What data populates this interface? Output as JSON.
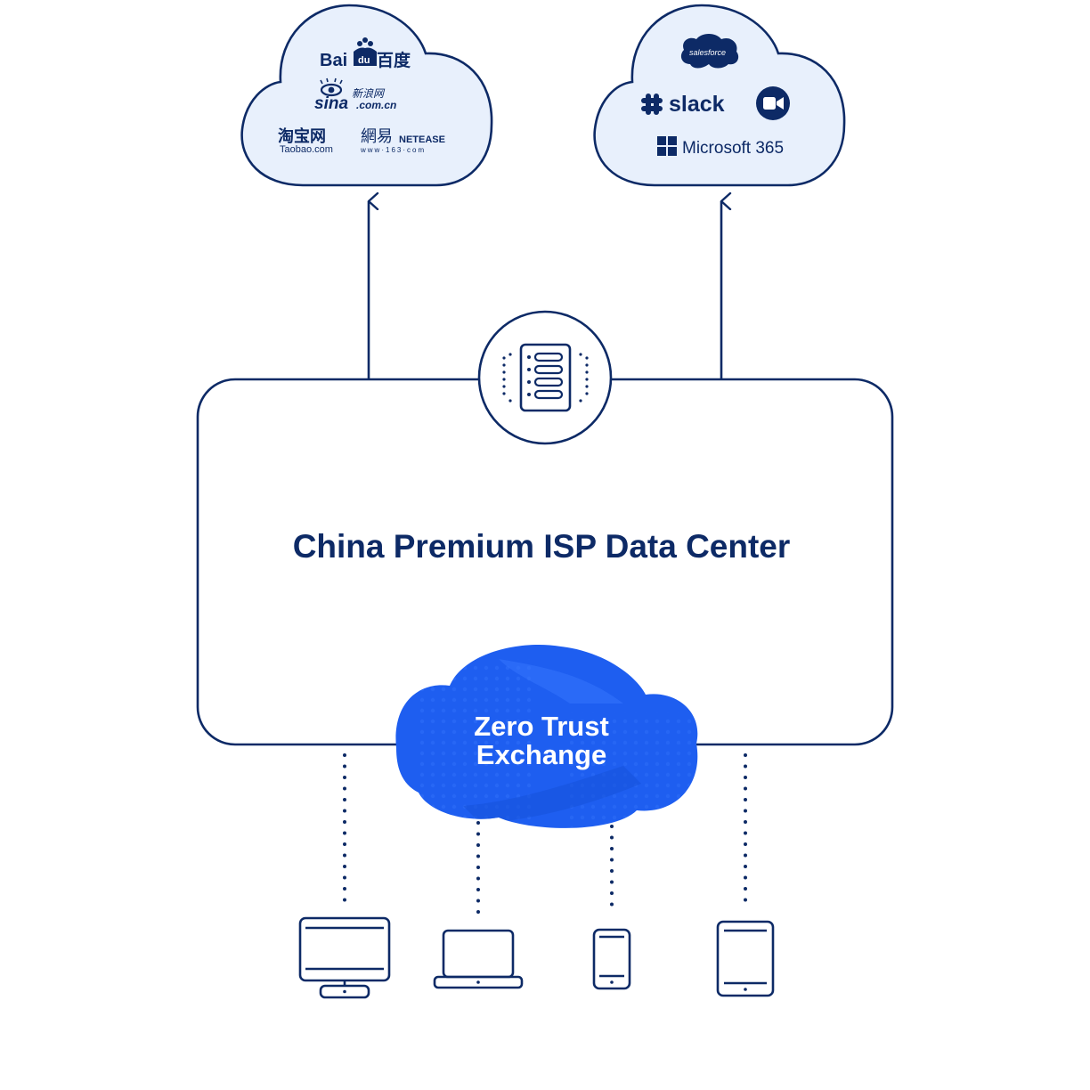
{
  "colors": {
    "navy": "#0d2a66",
    "cloud_fill": "#e8f0fc",
    "zte_blue": "#1e5ef0",
    "white": "#ffffff"
  },
  "china_cloud": {
    "brands": {
      "baidu": "Bai百度",
      "baidu_paw": "du",
      "sina_top": "新浪网",
      "sina_main": "sina.com.cn",
      "taobao_cn": "淘宝网",
      "taobao_en": "Taobao.com",
      "netease_cn": "網易",
      "netease_en": "NetEase",
      "netease_url": "www·163·com"
    }
  },
  "global_cloud": {
    "brands": {
      "salesforce": "salesforce",
      "slack": "slack",
      "microsoft": "Microsoft 365",
      "zoom_icon": "zoom-camera-icon"
    }
  },
  "data_center": {
    "title": "China Premium ISP Data Center",
    "icon": "server-rack-icon"
  },
  "zte": {
    "line1": "Zero Trust",
    "line2": "Exchange"
  },
  "devices": [
    {
      "name": "desktop",
      "icon": "desktop-monitor-icon"
    },
    {
      "name": "laptop",
      "icon": "laptop-icon"
    },
    {
      "name": "phone",
      "icon": "smartphone-icon"
    },
    {
      "name": "tablet",
      "icon": "tablet-icon"
    }
  ]
}
